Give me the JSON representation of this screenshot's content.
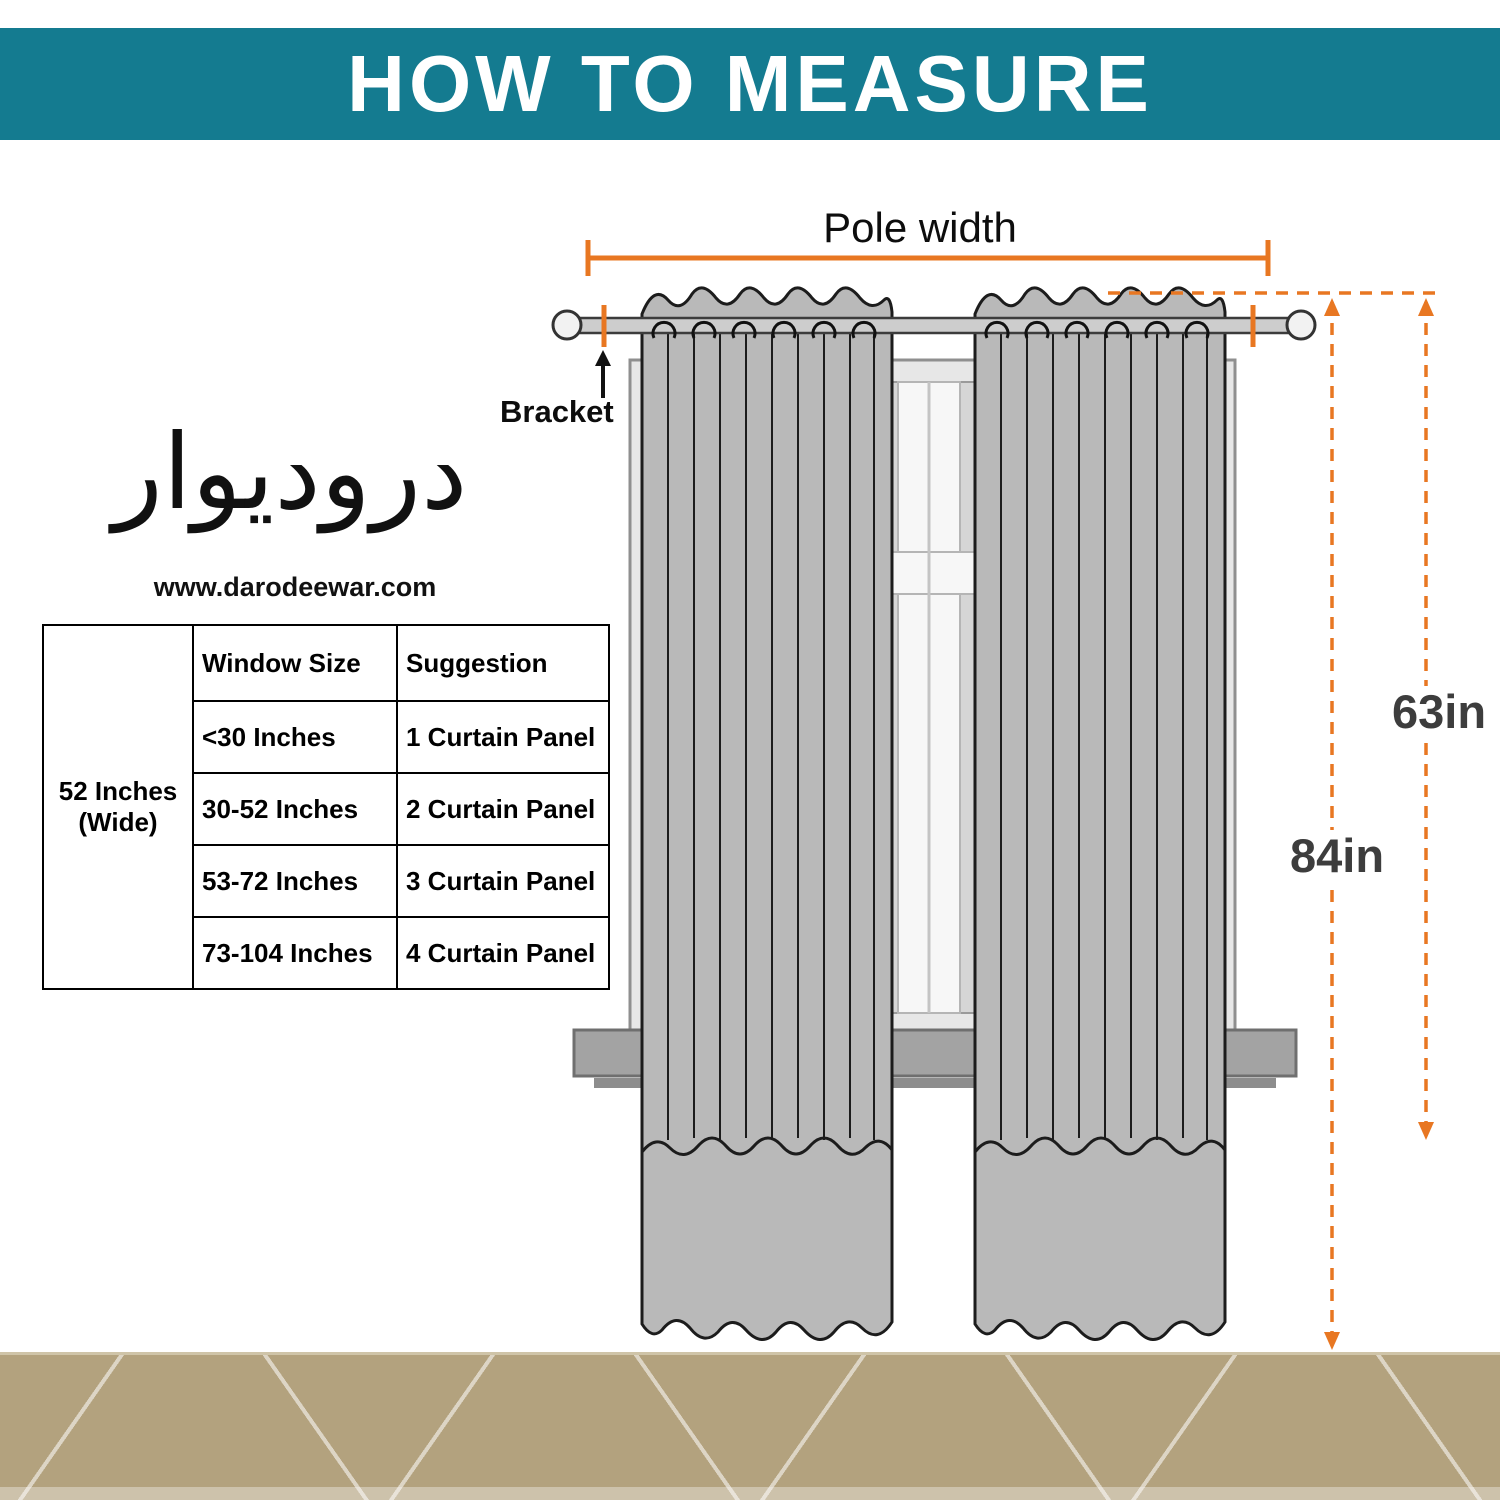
{
  "header": {
    "title": "HOW TO MEASURE",
    "bg_color": "#147b90"
  },
  "logo": {
    "calligraphy": "درودیوار",
    "website": "www.darodeewar.com"
  },
  "table": {
    "side_label": "52 Inches (Wide)",
    "headers": [
      "Window Size",
      "Suggestion"
    ],
    "rows": [
      [
        "<30 Inches",
        "1 Curtain Panel"
      ],
      [
        "30-52 Inches",
        "2 Curtain Panel"
      ],
      [
        "53-72 Inches",
        "3 Curtain Panel"
      ],
      [
        "73-104 Inches",
        "4 Curtain Panel"
      ]
    ]
  },
  "diagram": {
    "pole_width_label": "Pole width",
    "bracket_label": "Bracket",
    "length_63": "63in",
    "length_84": "84in",
    "colors": {
      "accent": "#e87722",
      "curtain": "#b9b9b9",
      "floor": "#b3a27e",
      "header_bg": "#147b90"
    }
  }
}
